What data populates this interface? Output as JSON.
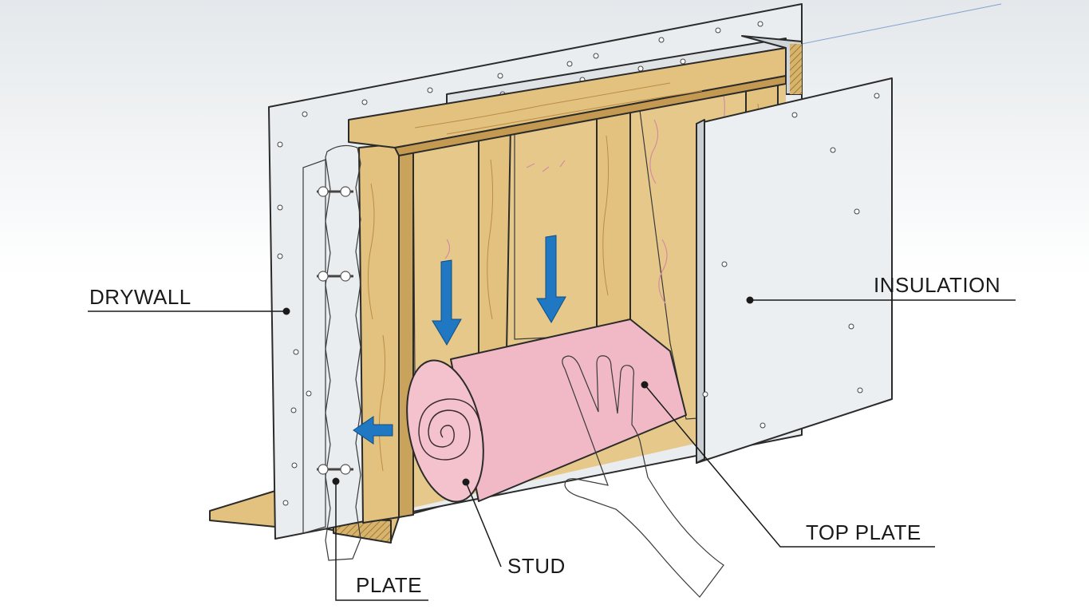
{
  "labels": {
    "drywall": "DRYWALL",
    "insulation": "INSULATION",
    "top_plate": "TOP PLATE",
    "stud": "STUD",
    "plate": "PLATE"
  },
  "colors": {
    "background_top": "#e4e8eb",
    "background_bottom": "#ffffff",
    "drywall": "#e9ecee",
    "wood": "#e2c27e",
    "wood_dark": "#b98d45",
    "insulation": "#f1b9c6",
    "insulation_dark": "#d98fa2",
    "arrow": "#1f78c1",
    "vapor_barrier": "#b9dcf1",
    "skin": "#f6ddc6"
  }
}
